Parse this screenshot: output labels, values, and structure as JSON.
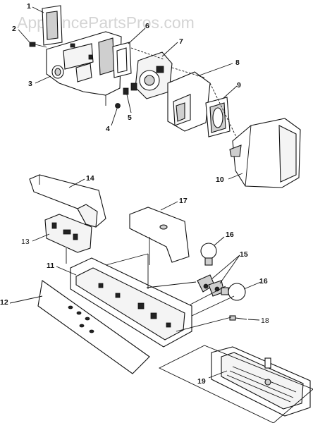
{
  "watermark": "AppliancePartsPros.com",
  "callouts": [
    "1",
    "2",
    "3",
    "4",
    "5",
    "6",
    "7",
    "8",
    "9",
    "10",
    "11",
    "12",
    "13",
    "14",
    "15",
    "16",
    "16",
    "17",
    "18",
    "19"
  ]
}
